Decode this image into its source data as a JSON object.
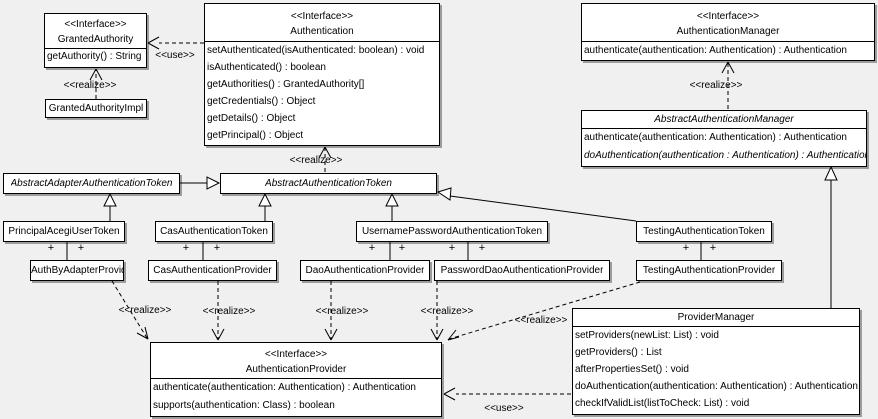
{
  "diagram": {
    "labels": {
      "use": "&lt;&lt;use&gt;&gt;",
      "realize": "<<realize>>",
      "use_plain": "<<use>>",
      "plus": "+"
    },
    "colors": {
      "background": "#f0f0f0",
      "box_fill": "#ffffff",
      "line": "#000000"
    },
    "classes": {
      "granted_authority": {
        "stereotype": "<<Interface>>",
        "name": "GrantedAuthority",
        "methods": [
          "getAuthority() : String"
        ]
      },
      "granted_authority_impl": {
        "name": "GrantedAuthorityImpl"
      },
      "authentication": {
        "stereotype": "<<Interface>>",
        "name": "Authentication",
        "methods": [
          "setAuthenticated(isAuthenticated: boolean) : void",
          "isAuthenticated() : boolean",
          "getAuthorities() : GrantedAuthority[]",
          "getCredentials() : Object",
          "getDetails() : Object",
          "getPrincipal() : Object"
        ]
      },
      "authentication_manager": {
        "stereotype": "<<Interface>>",
        "name": "AuthenticationManager",
        "methods": [
          "authenticate(authentication: Authentication) : Authentication"
        ]
      },
      "abstract_authentication_manager": {
        "name": "AbstractAuthenticationManager",
        "methods": [
          "authenticate(authentication: Authentication) : Authentication",
          "doAuthentication(authentication : Authentication) : Authentication"
        ]
      },
      "abstract_adapter_authentication_token": {
        "name": "AbstractAdapterAuthenticationToken"
      },
      "abstract_authentication_token": {
        "name": "AbstractAuthenticationToken"
      },
      "principal_acegi_user_token": {
        "name": "PrincipalAcegiUserToken"
      },
      "cas_authentication_token": {
        "name": "CasAuthenticationToken"
      },
      "username_password_authentication_token": {
        "name": "UsernamePasswordAuthenticationToken"
      },
      "testing_authentication_token": {
        "name": "TestingAuthenticationToken"
      },
      "auth_by_adapter_provider": {
        "name": "AuthByAdapterProvider"
      },
      "cas_authentication_provider": {
        "name": "CasAuthenticationProvider"
      },
      "dao_authentication_provider": {
        "name": "DaoAuthenticationProvider"
      },
      "password_dao_authentication_provider": {
        "name": "PasswordDaoAuthenticationProvider"
      },
      "testing_authentication_provider": {
        "name": "TestingAuthenticationProvider"
      },
      "authentication_provider": {
        "stereotype": "<<Interface>>",
        "name": "AuthenticationProvider",
        "methods": [
          "authenticate(authentication: Authentication) : Authentication",
          "supports(authentication: Class) : boolean"
        ]
      },
      "provider_manager": {
        "name": "ProviderManager",
        "methods": [
          "setProviders(newList: List) : void",
          "getProviders() : List",
          "afterPropertiesSet() : void",
          "doAuthentication(authentication: Authentication) : Authentication",
          "checkIfValidList(listToCheck: List) : void"
        ]
      }
    }
  }
}
